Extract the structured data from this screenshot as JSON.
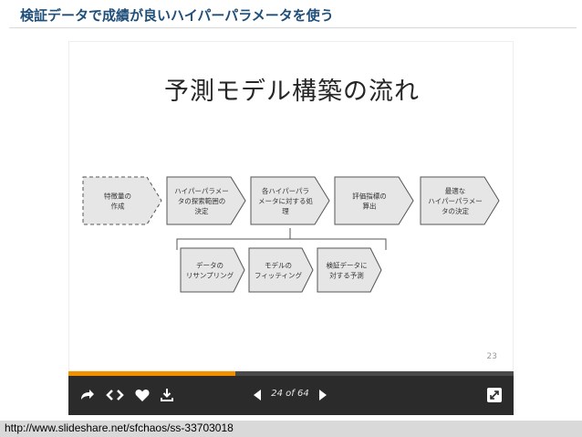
{
  "heading": "検証データで成績が良いハイパーパラメータを使う",
  "slide": {
    "title": "予測モデル構築の流れ",
    "number": "23",
    "steps": [
      {
        "lines": [
          "特徴量の",
          "作成"
        ],
        "style": "dashed"
      },
      {
        "lines": [
          "ハイパーパラメー",
          "タの探索範囲の",
          "決定"
        ],
        "style": "solid"
      },
      {
        "lines": [
          "各ハイパーパラ",
          "メータに対する処",
          "理"
        ],
        "style": "solid"
      },
      {
        "lines": [
          "評価指標の",
          "算出"
        ],
        "style": "solid"
      },
      {
        "lines": [
          "最適な",
          "ハイパーパラメー",
          "タの決定"
        ],
        "style": "solid"
      }
    ],
    "substeps": [
      {
        "lines": [
          "データの",
          "リサンプリング"
        ]
      },
      {
        "lines": [
          "モデルの",
          "フィッティング"
        ]
      },
      {
        "lines": [
          "検証データに",
          "対する予測"
        ]
      }
    ]
  },
  "viewer": {
    "progress_fraction": 0.375,
    "page_indicator": "24 of 64",
    "icons": [
      "share-icon",
      "embed-icon",
      "heart-icon",
      "download-icon",
      "prev-icon",
      "next-icon",
      "fullscreen-icon"
    ]
  },
  "source_url": "http://www.slideshare.net/sfchaos/ss-33703018",
  "colors": {
    "heading": "#1f4e79",
    "shape_fill": "#e6e6e6",
    "shape_stroke": "#555555",
    "toolbar": "#2b2b2b",
    "progress": "#f29100"
  }
}
